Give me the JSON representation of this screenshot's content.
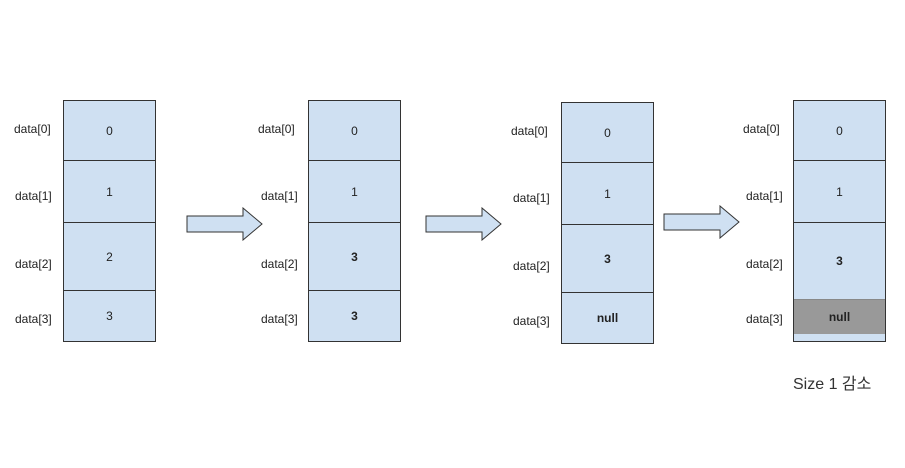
{
  "steps": [
    {
      "labels": [
        "data[0]",
        "data[1]",
        "data[2]",
        "data[3]"
      ],
      "cells": [
        "0",
        "1",
        "2",
        "3"
      ]
    },
    {
      "labels": [
        "data[0]",
        "data[1]",
        "data[2]",
        "data[3]"
      ],
      "cells": [
        "0",
        "1",
        "3",
        "3"
      ]
    },
    {
      "labels": [
        "data[0]",
        "data[1]",
        "data[2]",
        "data[3]"
      ],
      "cells": [
        "0",
        "1",
        "3",
        "null"
      ]
    },
    {
      "labels": [
        "data[0]",
        "data[1]",
        "data[2]",
        "data[3]"
      ],
      "cells": [
        "0",
        "1",
        "3",
        "null"
      ]
    }
  ],
  "caption": "Size 1 감소",
  "colors": {
    "cell_fill": "#cfe0f2",
    "removed_fill": "#999999",
    "border": "#333333",
    "arrow_fill": "#cfe0f2"
  }
}
